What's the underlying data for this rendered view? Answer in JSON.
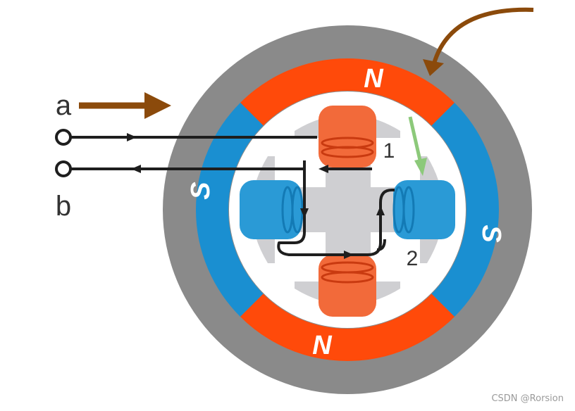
{
  "terminals": {
    "a": "a",
    "b": "b"
  },
  "magnet_poles": {
    "top": "N",
    "bottom": "N",
    "left": "S",
    "right": "S"
  },
  "coils": {
    "first": "1",
    "second": "2"
  },
  "watermark": "CSDN @Rorsion",
  "colors": {
    "housing": "#8a8a8a",
    "north": "#ff4a0a",
    "south": "#1a8fd1",
    "stator": "#cfcfd2",
    "coil_orange": "#f26a3a",
    "coil_blue": "#2a9ad6",
    "wire": "#1e1e1e",
    "arrow_brown": "#8b4a0b",
    "arrow_green": "#8cc97a"
  }
}
